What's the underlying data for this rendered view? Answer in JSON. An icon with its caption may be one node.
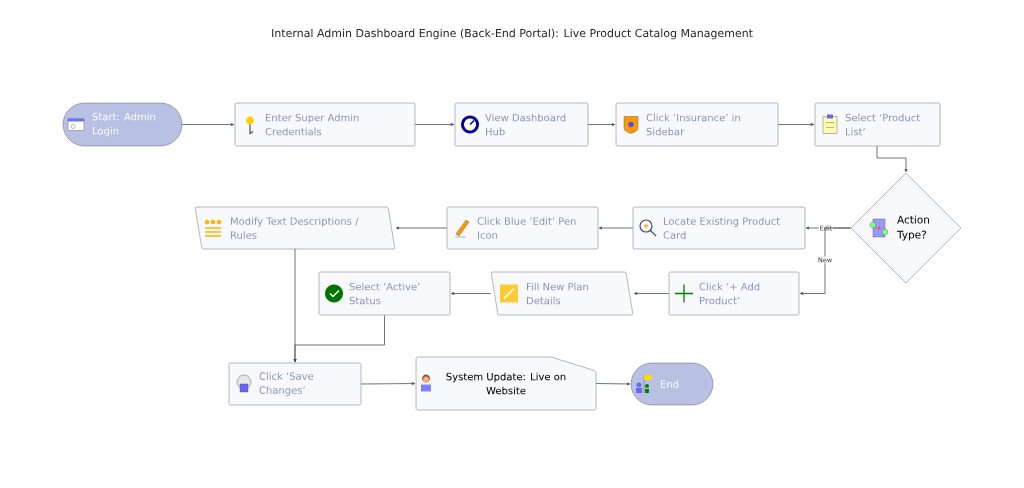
{
  "diagram": {
    "title": "Internal Admin Dashboard Engine (Back-End Portal): Live Product Catalog Management",
    "nodes": [
      {
        "text": [
          "Start: Admin Login"
        ]
      },
      {
        "text": [
          "Enter Super Admin Credentials"
        ]
      },
      {
        "text": [
          "View Dashboard Hub"
        ]
      },
      {
        "text": [
          "Click ‘Insurance’ in Sidebar"
        ]
      },
      {
        "text": [
          "Select ‘Product List’"
        ]
      },
      {
        "text": [
          "Action Type?"
        ]
      },
      {
        "text": [
          "Locate Existing Product Card"
        ]
      },
      {
        "text": [
          "Click Blue ‘Edit’ Pen Icon"
        ]
      },
      {
        "text": [
          "Modify Text Descriptions / Rules"
        ]
      },
      {
        "text": [
          "Click ‘+ Add Product’"
        ]
      },
      {
        "text": [
          "Fill New Plan Details"
        ]
      },
      {
        "text": [
          "Select ‘Active’ Status"
        ]
      },
      {
        "text": [
          "Click ‘Save Changes’"
        ]
      },
      {
        "text": [
          "System Update: Live on Website"
        ]
      },
      {
        "text": [
          "End"
        ]
      }
    ],
    "edges": [
      {
        "from": 0,
        "to": 1,
        "arrow": "to"
      },
      {
        "from": 1,
        "to": 2,
        "arrow": "to"
      },
      {
        "from": 2,
        "to": 3,
        "arrow": "to"
      },
      {
        "from": 3,
        "to": 4,
        "arrow": "to"
      },
      {
        "from": 4,
        "to": 5,
        "arrow": "to"
      },
      {
        "from": 5,
        "to": 6,
        "arrow": "to",
        "label": "Edit"
      },
      {
        "from": 5,
        "to": 9,
        "arrow": "to",
        "label": "New"
      },
      {
        "from": 6,
        "to": 7,
        "arrow": "to"
      },
      {
        "from": 7,
        "to": 8,
        "arrow": "to"
      },
      {
        "from": 9,
        "to": 10,
        "arrow": "to"
      },
      {
        "from": 10,
        "to": 11,
        "arrow": "to"
      },
      {
        "from": 8,
        "to": 12,
        "arrow": "to"
      },
      {
        "from": 11,
        "to": 12,
        "arrow": "to"
      },
      {
        "from": 12,
        "to": 13,
        "arrow": "to"
      },
      {
        "from": 13,
        "to": 14,
        "arrow": "to"
      }
    ]
  }
}
